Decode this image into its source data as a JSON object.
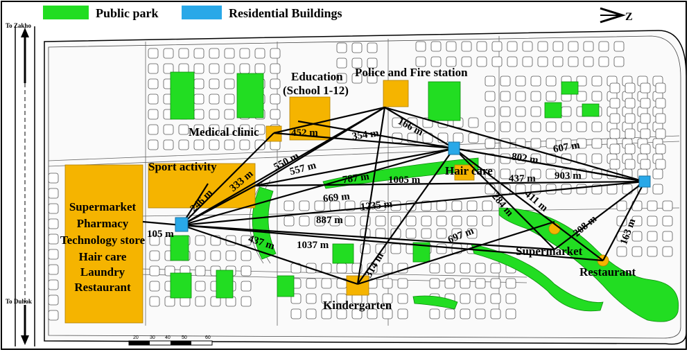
{
  "legend": [
    {
      "label": "Public park",
      "color": "#22dd22"
    },
    {
      "label": "Residential Buildings",
      "color": "#29a8e8"
    }
  ],
  "north_label": "Z",
  "roads": {
    "to_zakho": "To Zakho",
    "to_duhok": "To Duhok"
  },
  "scale_bar": {
    "ticks": [
      "20",
      "30",
      "40",
      "50",
      "60"
    ]
  },
  "colors": {
    "facility": "#f5b400",
    "park": "#22dd22",
    "residential": "#29a8e8",
    "line": "#000000"
  },
  "facilities": {
    "education_line1": "Education",
    "education_line2": "(School 1-12)",
    "police": "Police and Fire station",
    "medical": "Medical clinic",
    "sport": "Sport activity",
    "hair_care": "Hair care",
    "supermarket": "Supermarket",
    "restaurant": "Restaurant",
    "kindergarten": "Kindergarten",
    "commercial": [
      "Supermarket",
      "Pharmacy",
      "Technology store",
      "Hair care",
      "Laundry",
      "Restaurant"
    ]
  },
  "distances": [
    "105 m",
    "246 m",
    "333 m",
    "550 m",
    "557 m",
    "452 m",
    "354 m",
    "166 m",
    "787 m",
    "1005 m",
    "669 m",
    "1235 m",
    "887 m",
    "437 m",
    "1037 m",
    "314 m",
    "697 m",
    "284 m",
    "411 m",
    "437 m",
    "802 m",
    "607 m",
    "903 m",
    "208 m",
    "163 m"
  ]
}
